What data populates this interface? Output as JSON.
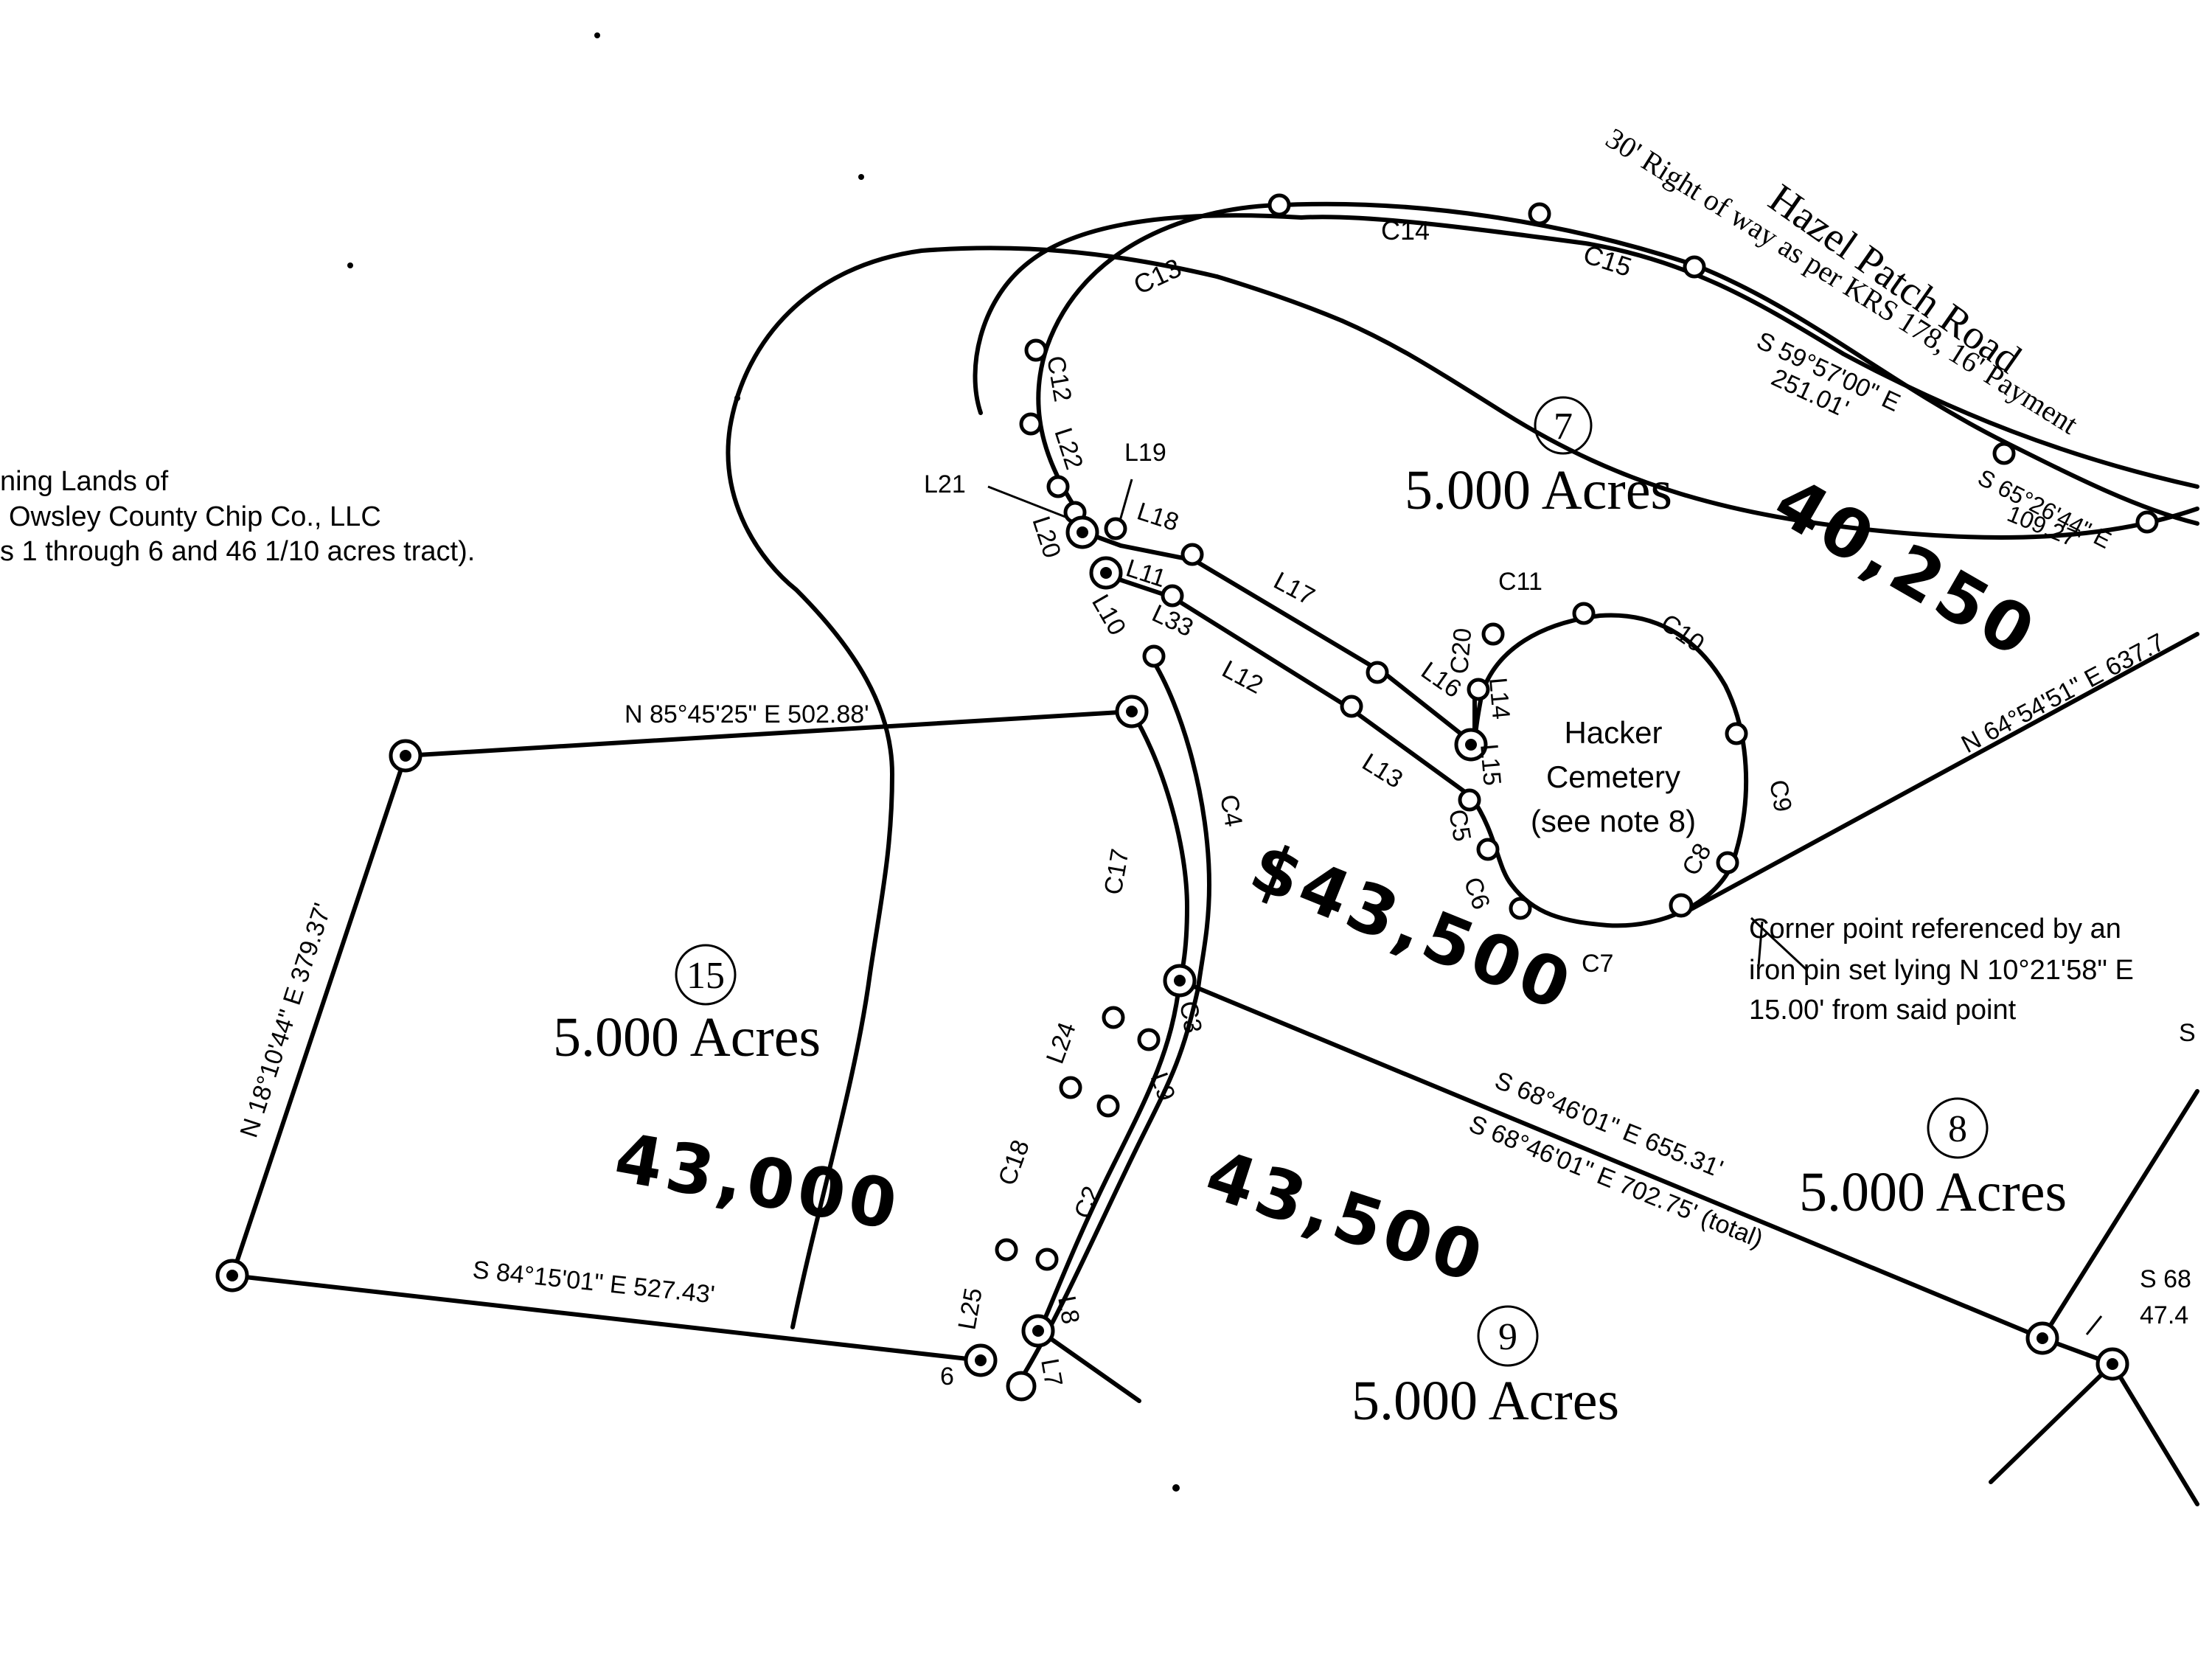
{
  "road": {
    "name": "Hazel Patch Road",
    "right_of_way": "30' Right of way as per KRS 178, 16' Payment"
  },
  "adjoining": {
    "line1": "ning Lands of",
    "line2": "Owsley County Chip Co., LLC",
    "line3": "s 1 through 6 and 46 1/10 acres tract)."
  },
  "tracts": [
    {
      "number": "7",
      "acres": "5.000 Acres",
      "value": "40,250"
    },
    {
      "number": "15",
      "acres": "5.000 Acres",
      "value": "43,000"
    },
    {
      "number": "9",
      "acres": "5.000 Acres",
      "value": "43,500"
    },
    {
      "number": "8",
      "acres": "5.000 Acres"
    }
  ],
  "handwritten_extra": "$43,500",
  "cemetery": {
    "line1": "Hacker",
    "line2": "Cemetery",
    "line3": "(see note 8)"
  },
  "note": {
    "line1": "Corner point referenced by an",
    "line2": "iron pin set lying N 10°21'58\" E",
    "line3": "15.00' from said point"
  },
  "bearings": {
    "b1": "S 59°57'00\" E",
    "b1_dist": "251.01'",
    "b2": "S 65°26'44\" E",
    "b2_dist": "109.27'",
    "b3": "N 64°54'51\" E 637.7",
    "b4": "N 85°45'25\" E  502.88'",
    "b5": "N 18°10'44\" E  379.37'",
    "b6": "S 84°15'01\" E  527.43'",
    "b7": "S 68°46'01\" E  655.31'",
    "b8": "S 68°46'01\" E  702.75' (total)",
    "b9": "S 68",
    "b9_dist": "47.4"
  },
  "segment_labels": {
    "c2": "C2",
    "c3": "C3",
    "c4": "C4",
    "c5": "C5",
    "c6": "C6",
    "c7": "C7",
    "c8": "C8",
    "c9": "C9",
    "c10": "C10",
    "c11": "C11",
    "c12": "C12",
    "c13": "C13",
    "c14": "C14",
    "c15": "C15",
    "c17": "C17",
    "c18": "C18",
    "c20": "C20",
    "l7": "L7",
    "l8": "L8",
    "l9": "L9",
    "l10": "L10",
    "l11": "L11",
    "l12": "L12",
    "l13": "L13",
    "l14": "L14",
    "l15": "L15",
    "l16": "L16",
    "l17": "L17",
    "l18": "L18",
    "l19": "L19",
    "l20": "L20",
    "l21": "L21",
    "l22": "L22",
    "l24": "L24",
    "l25": "L25",
    "l33": "L33",
    "six": "6",
    "s_edge": "S"
  }
}
